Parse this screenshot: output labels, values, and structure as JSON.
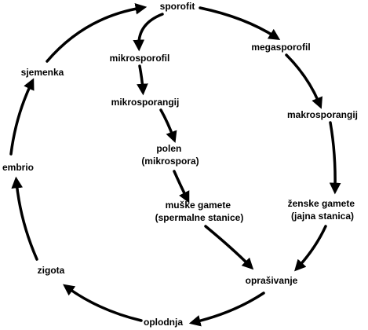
{
  "nodes": {
    "sporofit": {
      "lines": [
        "sporofit"
      ]
    },
    "mikrosporofil": {
      "lines": [
        "mikrosporofil"
      ]
    },
    "megasporofil": {
      "lines": [
        "megasporofil"
      ]
    },
    "mikrosporangij": {
      "lines": [
        "mikrosporangij"
      ]
    },
    "makrosporangij": {
      "lines": [
        "makrosporangij"
      ]
    },
    "polen": {
      "lines": [
        "polen",
        "(mikrospora)"
      ]
    },
    "muske_gamete": {
      "lines": [
        "muške gamete",
        "(spermalne stanice)"
      ]
    },
    "zenske_gamete": {
      "lines": [
        "ženske gamete",
        "(jajna stanica)"
      ]
    },
    "oprasivanje": {
      "lines": [
        "oprašivanje"
      ]
    },
    "oplodnja": {
      "lines": [
        "oplodnja"
      ]
    },
    "zigota": {
      "lines": [
        "zigota"
      ]
    },
    "embrio": {
      "lines": [
        "embrio"
      ]
    },
    "sjemenka": {
      "lines": [
        "sjemenka"
      ]
    }
  },
  "colors": {
    "ink": "#000000",
    "background": "#ffffff"
  }
}
